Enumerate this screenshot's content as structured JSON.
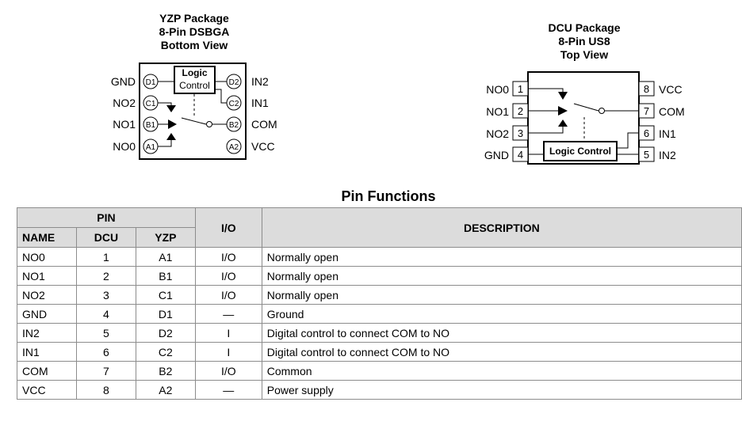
{
  "yzp": {
    "title_lines": [
      "YZP Package",
      "8-Pin DSBGA",
      "Bottom View"
    ],
    "logic_lines": [
      "Logic",
      "Control"
    ],
    "left_labels": [
      "GND",
      "NO2",
      "NO1",
      "NO0"
    ],
    "left_balls": [
      "D1",
      "C1",
      "B1",
      "A1"
    ],
    "right_labels": [
      "IN2",
      "IN1",
      "COM",
      "VCC"
    ],
    "right_balls": [
      "D2",
      "C2",
      "B2",
      "A2"
    ]
  },
  "dcu": {
    "title_lines": [
      "DCU Package",
      "8-Pin US8",
      "Top View"
    ],
    "logic_label": "Logic Control",
    "left_labels": [
      "NO0",
      "NO1",
      "NO2",
      "GND"
    ],
    "left_pins": [
      "1",
      "2",
      "3",
      "4"
    ],
    "right_labels": [
      "VCC",
      "COM",
      "IN1",
      "IN2"
    ],
    "right_pins": [
      "8",
      "7",
      "6",
      "5"
    ]
  },
  "table": {
    "title": "Pin Functions",
    "group_header": "PIN",
    "headers": [
      "NAME",
      "DCU",
      "YZP",
      "I/O",
      "DESCRIPTION"
    ],
    "rows": [
      [
        "NO0",
        "1",
        "A1",
        "I/O",
        "Normally open"
      ],
      [
        "NO1",
        "2",
        "B1",
        "I/O",
        "Normally open"
      ],
      [
        "NO2",
        "3",
        "C1",
        "I/O",
        "Normally open"
      ],
      [
        "GND",
        "4",
        "D1",
        "—",
        "Ground"
      ],
      [
        "IN2",
        "5",
        "D2",
        "I",
        "Digital control to connect COM to NO"
      ],
      [
        "IN1",
        "6",
        "C2",
        "I",
        "Digital control to connect COM to NO"
      ],
      [
        "COM",
        "7",
        "B2",
        "I/O",
        "Common"
      ],
      [
        "VCC",
        "8",
        "A2",
        "—",
        "Power supply"
      ]
    ]
  }
}
